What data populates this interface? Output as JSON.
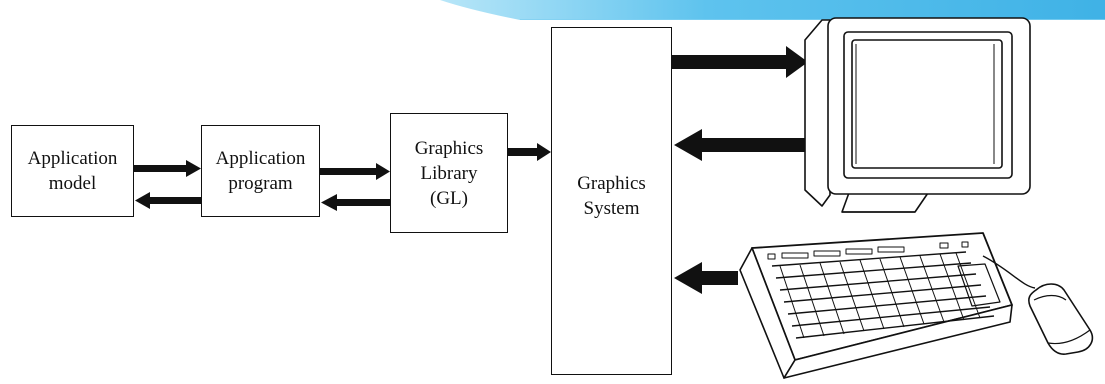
{
  "colors": {
    "accent_band": "#5ec3ee",
    "line": "#111111",
    "fill": "#ffffff"
  },
  "boxes": {
    "app_model": {
      "lines": [
        "Application",
        "model"
      ]
    },
    "app_program": {
      "lines": [
        "Application",
        "program"
      ]
    },
    "gl": {
      "lines": [
        "Graphics",
        "Library",
        "(GL)"
      ]
    },
    "system": {
      "lines": [
        "Graphics",
        "System"
      ]
    }
  },
  "devices": {
    "monitor": "monitor-icon",
    "keyboard": "keyboard-icon",
    "mouse": "mouse-icon"
  }
}
